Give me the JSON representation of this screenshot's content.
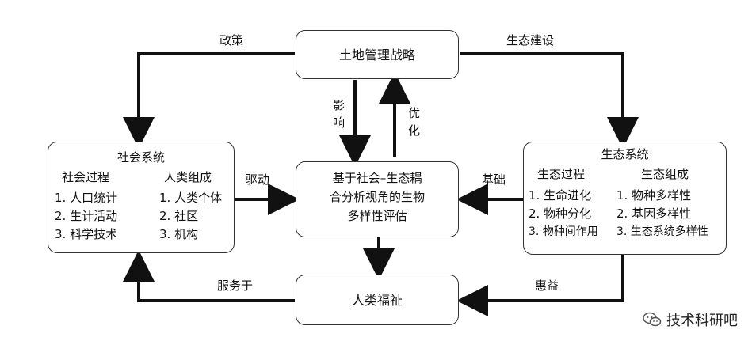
{
  "nodes": {
    "land": "土地管理战略",
    "social": {
      "title": "社会系统",
      "col1_head": "社会过程",
      "col1_items": [
        "1. 人口统计",
        "2. 生计活动",
        "3. 科学技术"
      ],
      "col2_head": "人类组成",
      "col2_items": [
        "1. 人类个体",
        "2. 社区",
        "3. 机构"
      ]
    },
    "center": [
      "基于社会–生态耦",
      "合分析视角的生物",
      "多样性评估"
    ],
    "eco": {
      "title": "生态系统",
      "col1_head": "生态过程",
      "col1_items": [
        "1. 生命进化",
        "2. 物种分化",
        "3. 物种间作用"
      ],
      "col2_head": "生态组成",
      "col2_items": [
        "1. 物种多样性",
        "2. 基因多样性",
        "3. 生态系统多样性"
      ]
    },
    "welfare": "人类福祉"
  },
  "edges": {
    "policy": "政策",
    "eco_build": "生态建设",
    "influence": [
      "影",
      "响"
    ],
    "optimize": [
      "优",
      "化"
    ],
    "drive": "驱动",
    "basis": "基础",
    "serve": "服务于",
    "benefit": "惠益"
  },
  "watermark": "技术科研吧",
  "colors": {
    "stroke": "#111111",
    "box_border": "#333333",
    "background": "#ffffff"
  }
}
